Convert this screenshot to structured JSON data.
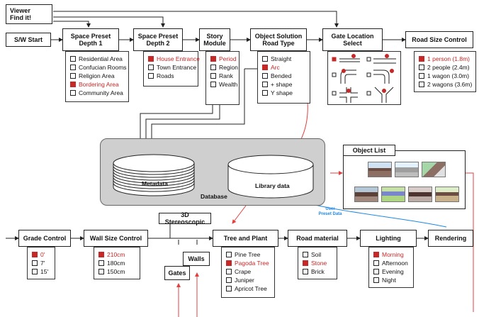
{
  "viewer_label": "Viewer\nFind it!",
  "nodes": {
    "sw_start": "S/W Start",
    "space1": "Space Preset\nDepth 1",
    "space2": "Space Preset\nDepth 2",
    "story": "Story\nModule",
    "object": "Object Solution\nRoad Type",
    "gate": "Gate Location\nSelect",
    "road_size": "Road Size Control",
    "grade": "Grade Control",
    "wall_size": "Wall Size Control",
    "stereo": "3D Stereoscopic",
    "walls": "Walls",
    "gates": "Gates",
    "tree": "Tree and Plant",
    "road_mat": "Road material",
    "lighting": "Lighting",
    "rendering": "Rendering",
    "object_list": "Object List"
  },
  "options": {
    "space1": [
      {
        "label": "Residential Area",
        "selected": false
      },
      {
        "label": "Confucian Rooms",
        "selected": false
      },
      {
        "label": "Religion Area",
        "selected": false
      },
      {
        "label": "Bordering Area",
        "selected": true
      },
      {
        "label": "Community Area",
        "selected": false
      }
    ],
    "space2": [
      {
        "label": "House Entrance",
        "selected": true
      },
      {
        "label": "Town Entrance",
        "selected": false
      },
      {
        "label": "Roads",
        "selected": false
      }
    ],
    "story": [
      {
        "label": "Period",
        "selected": true
      },
      {
        "label": "Region",
        "selected": false
      },
      {
        "label": "Rank",
        "selected": false
      },
      {
        "label": "Wealth",
        "selected": false
      }
    ],
    "object": [
      {
        "label": "Straight",
        "selected": false
      },
      {
        "label": "Arc",
        "selected": true
      },
      {
        "label": "Bended",
        "selected": false
      },
      {
        "label": "+ shape",
        "selected": false
      },
      {
        "label": "Y shape",
        "selected": false
      }
    ],
    "road_size": [
      {
        "label": "1 person (1.8m)",
        "selected": true
      },
      {
        "label": "2 people (2.4m)",
        "selected": false
      },
      {
        "label": "1 wagon (3.0m)",
        "selected": false
      },
      {
        "label": "2 wagons (3.6m)",
        "selected": false
      }
    ],
    "grade": [
      {
        "label": "0'",
        "selected": true
      },
      {
        "label": "7'",
        "selected": false
      },
      {
        "label": "15'",
        "selected": false
      }
    ],
    "wall_size": [
      {
        "label": "210cm",
        "selected": true
      },
      {
        "label": "180cm",
        "selected": false
      },
      {
        "label": "150cm",
        "selected": false
      }
    ],
    "tree": [
      {
        "label": "Pine Tree",
        "selected": false
      },
      {
        "label": "Pagoda Tree",
        "selected": true
      },
      {
        "label": "Crape",
        "selected": false
      },
      {
        "label": "Juniper",
        "selected": false
      },
      {
        "label": "Apricot Tree",
        "selected": false
      }
    ],
    "road_mat": [
      {
        "label": "Soil",
        "selected": false
      },
      {
        "label": "Stone",
        "selected": true
      },
      {
        "label": "Brick",
        "selected": false
      }
    ],
    "lighting": [
      {
        "label": "Morning",
        "selected": true
      },
      {
        "label": "Afternoon",
        "selected": false
      },
      {
        "label": "Evening",
        "selected": false
      },
      {
        "label": "Night",
        "selected": false
      }
    ]
  },
  "database": {
    "metadata": "Metadata",
    "library": "Library data",
    "database": "Database"
  },
  "user_preset_note": "User\nPreset Data",
  "colors": {
    "selected": "#c62828",
    "accent_blue": "#1e88e5",
    "db_fill": "#cfcfcf"
  }
}
